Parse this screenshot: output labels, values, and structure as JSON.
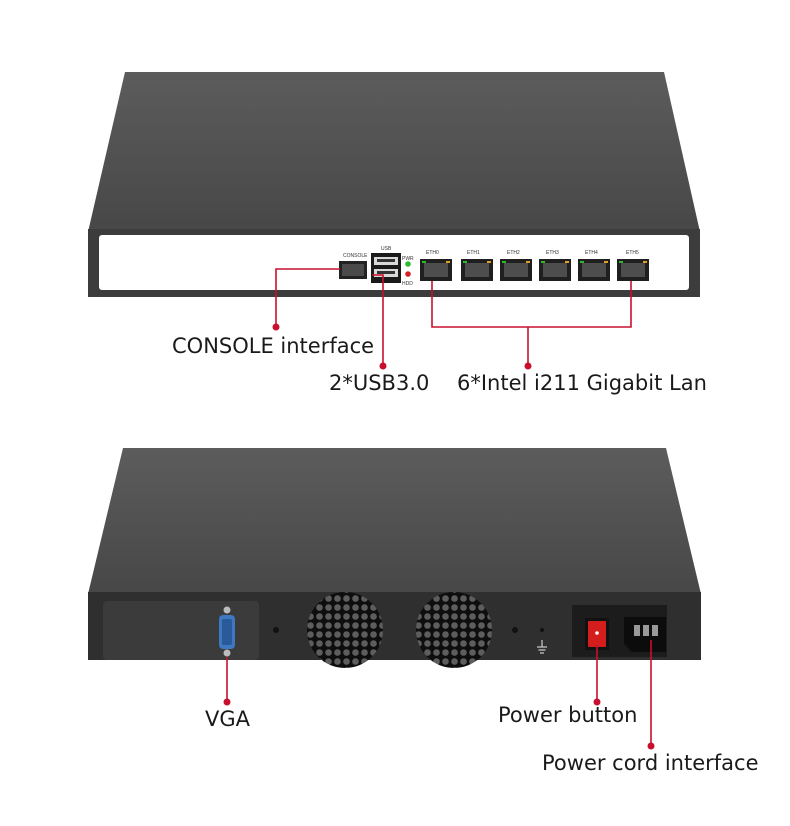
{
  "front_panel": {
    "console_port_label": "CONSOLE",
    "usb_port_label": "USB",
    "led_labels": [
      "PWR",
      "HDD"
    ],
    "eth_ports": [
      "ETH0",
      "ETH1",
      "ETH2",
      "ETH3",
      "ETH4",
      "ETH5"
    ]
  },
  "callouts": {
    "console": "CONSOLE interface",
    "usb": "2*USB3.0",
    "lan": "6*Intel i211 Gigabit Lan",
    "vga": "VGA",
    "power_button": "Power button",
    "power_cord": "Power cord interface"
  },
  "colors": {
    "chassis_top": "#515151",
    "chassis_front": "#3a3a3a",
    "front_bezel": "#ffffff",
    "callout_line": "#c8102e",
    "vga_port": "#3d78c0",
    "power_switch": "#d41e1e",
    "led_pwr": "#2db92d",
    "led_hdd": "#d42020"
  }
}
